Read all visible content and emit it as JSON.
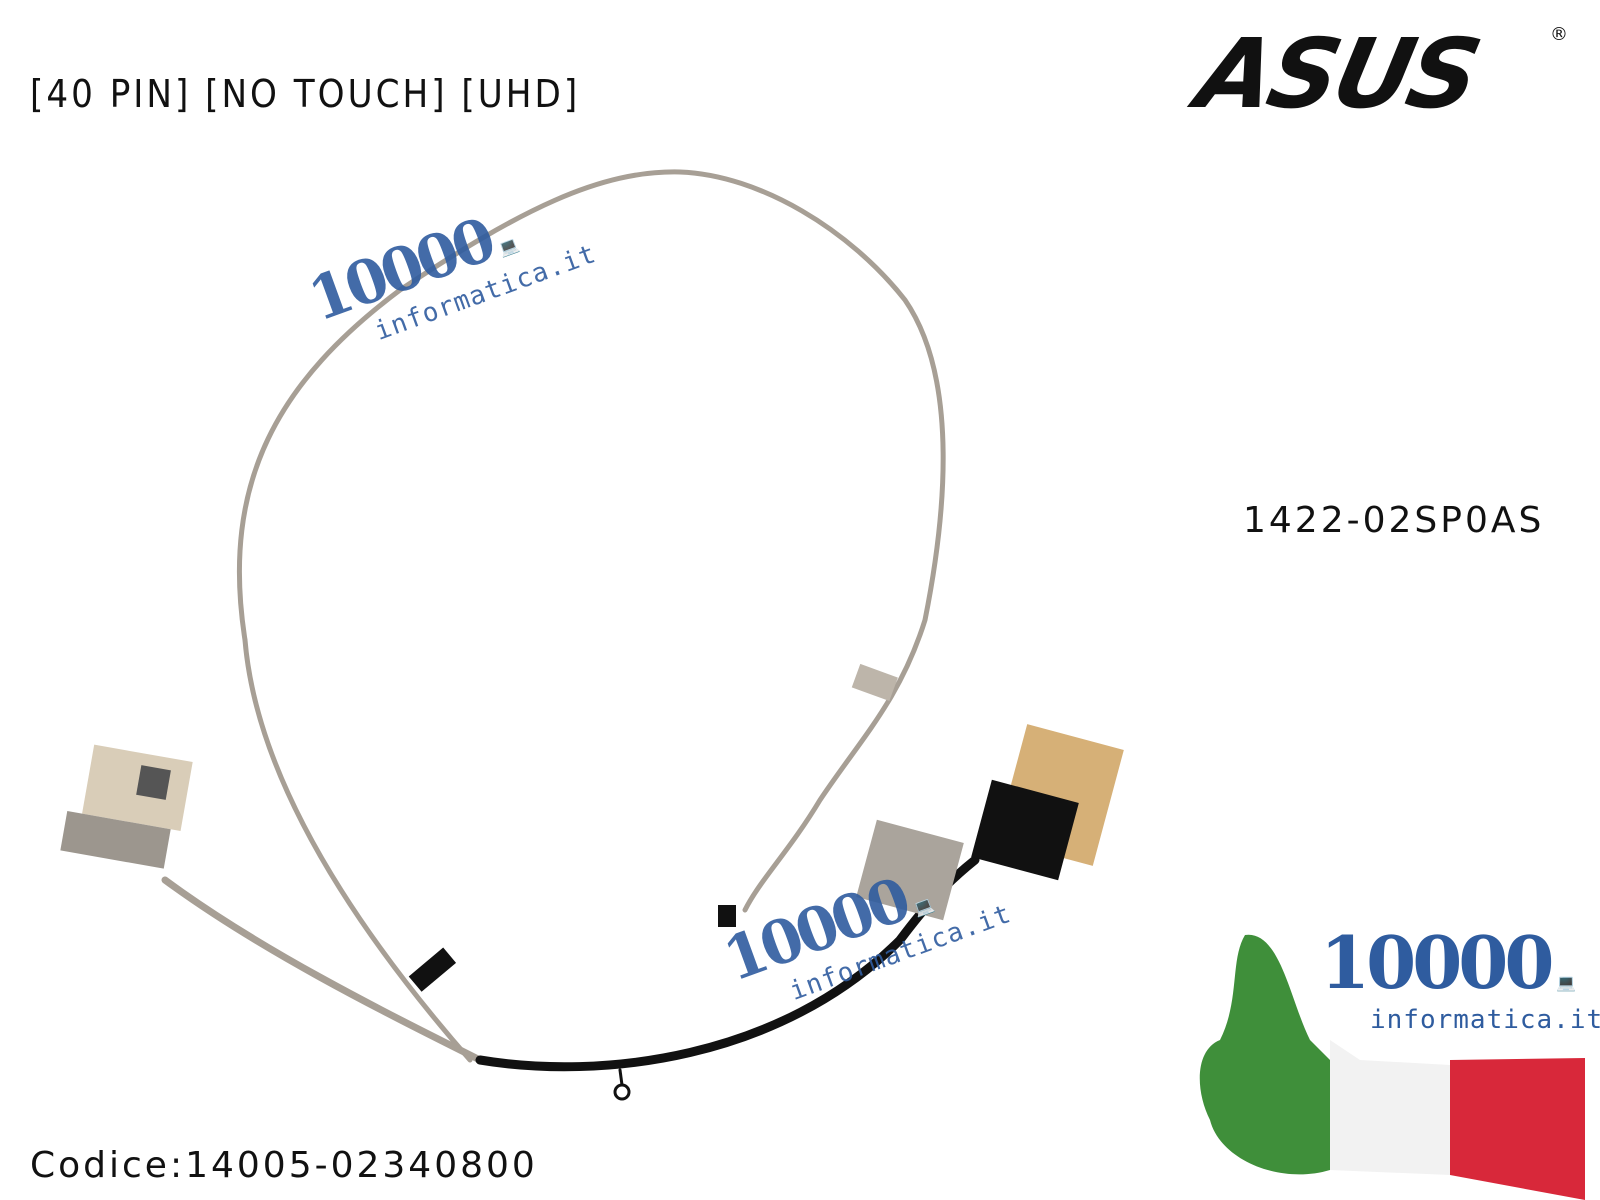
{
  "header": {
    "title": "[40 PIN] [NO TOUCH] [UHD]"
  },
  "brand": {
    "logo": "ASUS",
    "registered": "®"
  },
  "product": {
    "part_number": "1422-02SP0AS",
    "code": "Codice:14005-02340800"
  },
  "watermark": {
    "number": "10000",
    "domain": "informatica.it"
  },
  "colors": {
    "watermark": "#2f5c9f",
    "green": "#3f8f3a",
    "red": "#d8283a"
  }
}
